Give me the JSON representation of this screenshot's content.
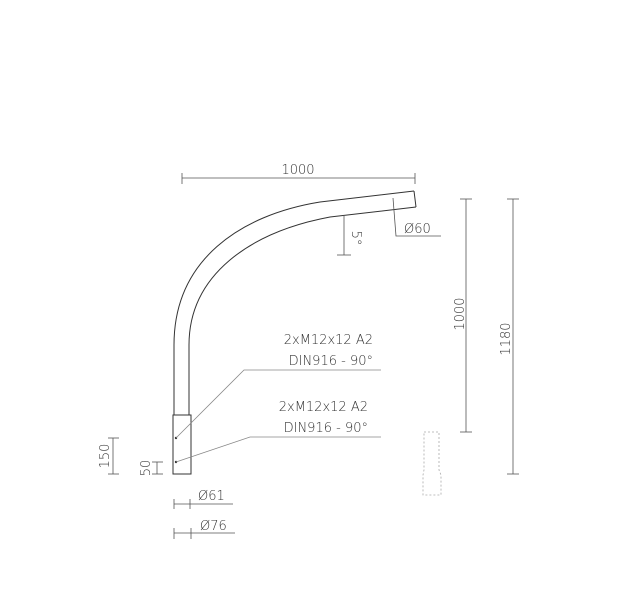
{
  "drawing": {
    "colors": {
      "line": "#333333",
      "dim": "#555555",
      "leader": "#888888",
      "dashed": "#aaaaaa"
    },
    "dimensions": {
      "arm_reach": "1000",
      "arm_height": "1000",
      "total_height": "1180",
      "tip_diameter": "Ø60",
      "tilt_angle": "5°",
      "sleeve_length": "150",
      "screw_offset": "50",
      "inner_diameter": "Ø61",
      "outer_diameter": "Ø76"
    },
    "annotations": [
      {
        "line1": "2xM12x12 A2",
        "line2": "DIN916 - 90°"
      },
      {
        "line1": "2xM12x12 A2",
        "line2": "DIN916 - 90°"
      }
    ]
  }
}
